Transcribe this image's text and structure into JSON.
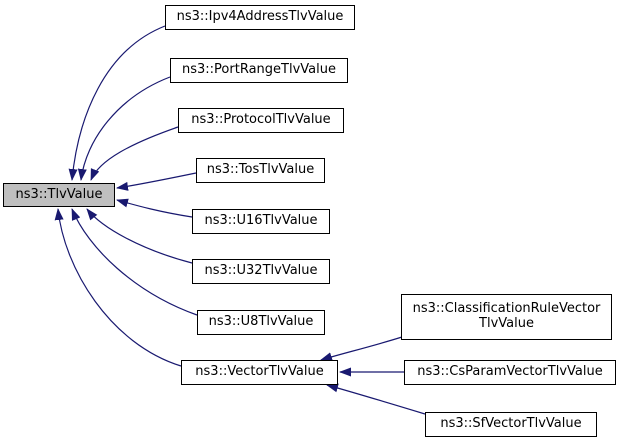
{
  "colors": {
    "arrow": "#191970",
    "nodeFill": "#ffffff",
    "nodeBorder": "#000000",
    "highlightFill": "#bfbfbf",
    "background": "#ffffff"
  },
  "nodes": {
    "tlv": {
      "label": "ns3::TlvValue"
    },
    "ipv4": {
      "label": "ns3::Ipv4AddressTlvValue"
    },
    "portrange": {
      "label": "ns3::PortRangeTlvValue"
    },
    "protocol": {
      "label": "ns3::ProtocolTlvValue"
    },
    "tos": {
      "label": "ns3::TosTlvValue"
    },
    "u16": {
      "label": "ns3::U16TlvValue"
    },
    "u32": {
      "label": "ns3::U32TlvValue"
    },
    "u8": {
      "label": "ns3::U8TlvValue"
    },
    "vector": {
      "label": "ns3::VectorTlvValue"
    },
    "classification": {
      "label": "ns3::ClassificationRuleVector\nTlvValue"
    },
    "csparam": {
      "label": "ns3::CsParamVectorTlvValue"
    },
    "sfvector": {
      "label": "ns3::SfVectorTlvValue"
    }
  },
  "edges": [
    {
      "from": "ns3::Ipv4AddressTlvValue",
      "to": "ns3::TlvValue",
      "relation": "inherits"
    },
    {
      "from": "ns3::PortRangeTlvValue",
      "to": "ns3::TlvValue",
      "relation": "inherits"
    },
    {
      "from": "ns3::ProtocolTlvValue",
      "to": "ns3::TlvValue",
      "relation": "inherits"
    },
    {
      "from": "ns3::TosTlvValue",
      "to": "ns3::TlvValue",
      "relation": "inherits"
    },
    {
      "from": "ns3::U16TlvValue",
      "to": "ns3::TlvValue",
      "relation": "inherits"
    },
    {
      "from": "ns3::U32TlvValue",
      "to": "ns3::TlvValue",
      "relation": "inherits"
    },
    {
      "from": "ns3::U8TlvValue",
      "to": "ns3::TlvValue",
      "relation": "inherits"
    },
    {
      "from": "ns3::VectorTlvValue",
      "to": "ns3::TlvValue",
      "relation": "inherits"
    },
    {
      "from": "ns3::ClassificationRuleVectorTlvValue",
      "to": "ns3::VectorTlvValue",
      "relation": "inherits"
    },
    {
      "from": "ns3::CsParamVectorTlvValue",
      "to": "ns3::VectorTlvValue",
      "relation": "inherits"
    },
    {
      "from": "ns3::SfVectorTlvValue",
      "to": "ns3::VectorTlvValue",
      "relation": "inherits"
    }
  ]
}
